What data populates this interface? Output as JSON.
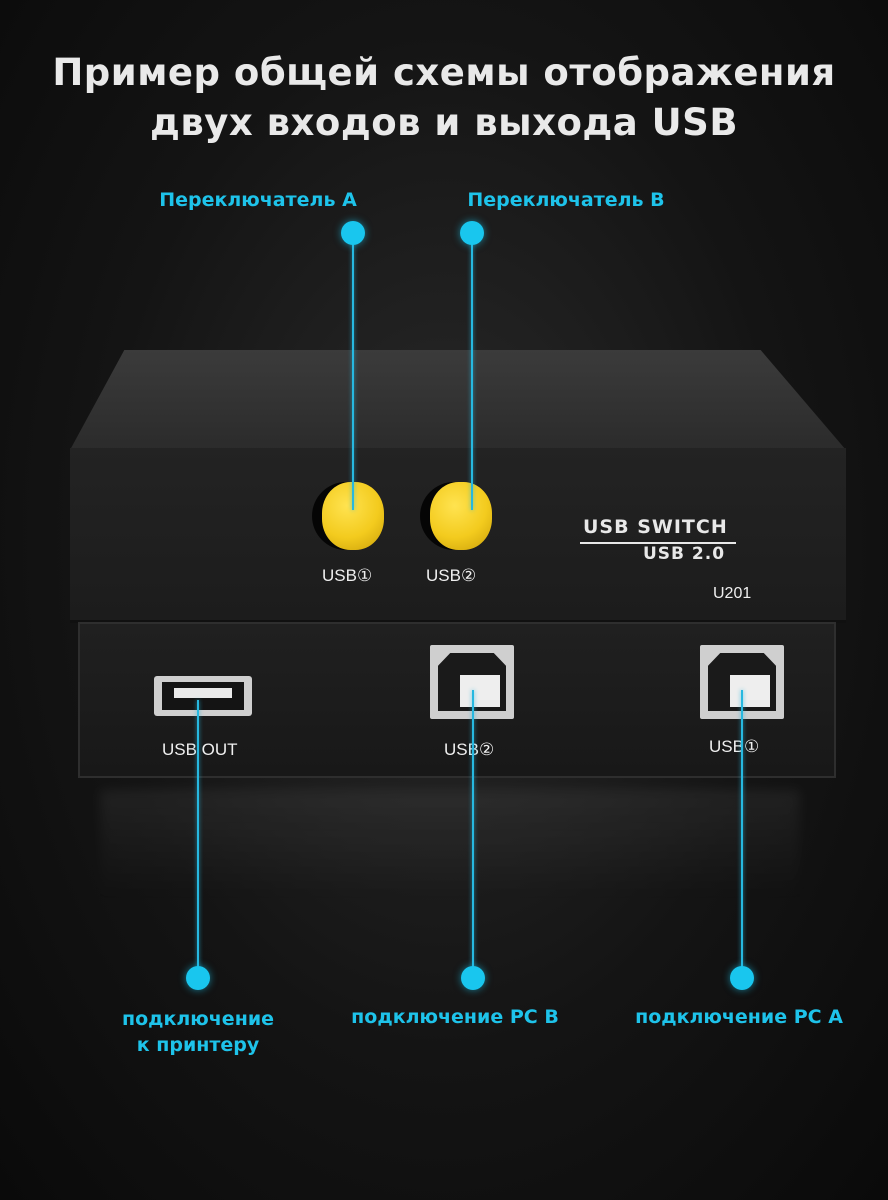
{
  "title": {
    "line1": "Пример общей схемы отображения",
    "line2": "двух входов и выхода USB"
  },
  "callouts": {
    "switch_a": "Переключатель A",
    "switch_b": "Переключатель B",
    "printer_line1": "подключение",
    "printer_line2": "к принтеру",
    "pc_b": "подключение PC B",
    "pc_a": "подключение PC A"
  },
  "device": {
    "button1_label": "USB①",
    "button2_label": "USB②",
    "brand_line1": "USB SWITCH",
    "brand_line2": "USB 2.0",
    "model": "U201",
    "port_out_label": "USB  OUT",
    "port2_label": "USB②",
    "port1_label": "USB①"
  },
  "colors": {
    "accent": "#1ec3ea",
    "button": "#f3cb1e",
    "background": "#141414"
  }
}
